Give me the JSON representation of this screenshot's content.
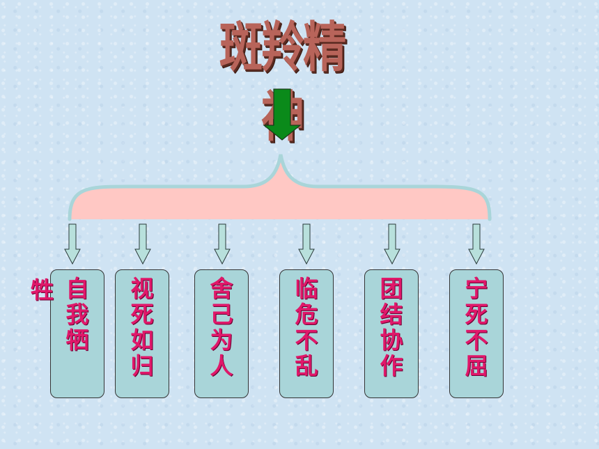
{
  "title": "斑羚精神",
  "qualities": [
    {
      "chars": [
        "自",
        "我",
        "牺"
      ]
    },
    {
      "chars": [
        "视",
        "死",
        "如",
        "归"
      ]
    },
    {
      "chars": [
        "舍",
        "己",
        "为",
        "人"
      ]
    },
    {
      "chars": [
        "临",
        "危",
        "不",
        "乱"
      ]
    },
    {
      "chars": [
        "团",
        "结",
        "协",
        "作"
      ]
    },
    {
      "chars": [
        "宁",
        "死",
        "不",
        "屈"
      ]
    }
  ],
  "overflow_char": "牲",
  "colors": {
    "text": "#e0186a",
    "box_fill": "#a9d5d9",
    "brace_fill": "#ffc8c4",
    "main_arrow": "#0a8a1a",
    "small_arrow": "#b8e0dc"
  }
}
